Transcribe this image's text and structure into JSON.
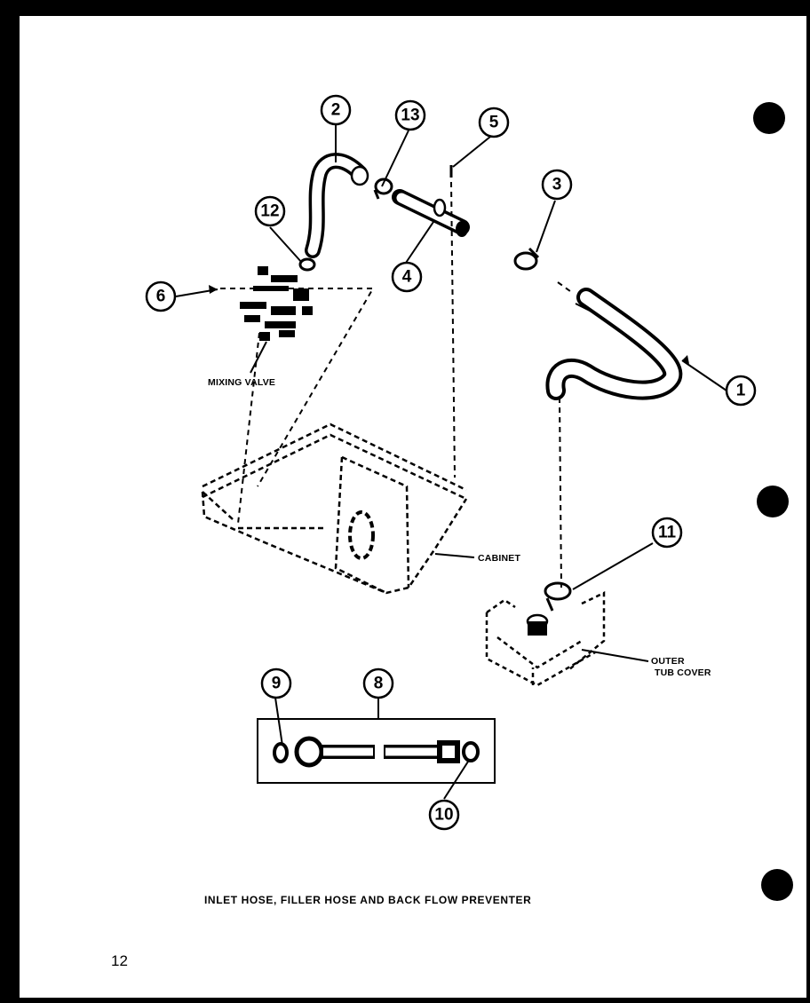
{
  "diagram": {
    "caption": "INLET HOSE, FILLER HOSE AND BACK FLOW PREVENTER",
    "page_number": "12",
    "labels": {
      "mixing_valve": "MIXING VALVE",
      "cabinet": "CABINET",
      "outer": "OUTER",
      "tub_cover": "TUB COVER"
    },
    "callouts": [
      "1",
      "2",
      "3",
      "4",
      "5",
      "6",
      "8",
      "9",
      "10",
      "11",
      "12",
      "13"
    ]
  }
}
